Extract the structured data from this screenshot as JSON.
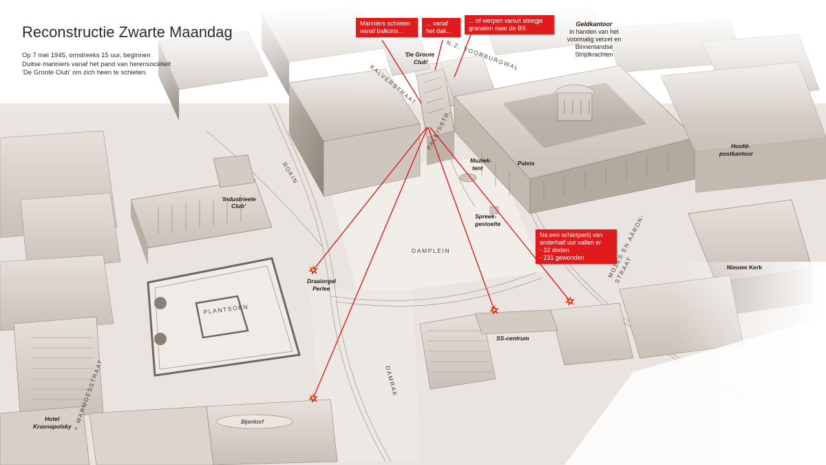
{
  "header": {
    "title": "Reconstructie Zwarte Maandag",
    "intro_lines": [
      "Op 7 mei 1945, omstreeks 15 uur, beginnen",
      "Duitse mariniers vanaf het pand van herensociëteit",
      "'De Groote Club' om zich heen te schieten."
    ]
  },
  "callouts": {
    "balkons": [
      "Mariniers schieten",
      "vanaf balkons..."
    ],
    "dak": [
      "... vanaf",
      "het dak..."
    ],
    "steegje": [
      "... of werpen vanuit steegje",
      "granaten naar de BS"
    ],
    "result": [
      "Na een schietpartij van",
      "anderhalf uur vallen er",
      "- 32 doden",
      "- 231 gewonden"
    ]
  },
  "geldkantoor": {
    "name": "Geldkantoor",
    "desc": [
      "in handen van het",
      "voormalig verzet en",
      "Binnenlandse",
      "Strijdkrachten"
    ]
  },
  "streets": {
    "kalverstraat": "KALVERSTRAAT",
    "voorburgwal": "N.Z. VOORBURGWAL",
    "rokin": "ROKIN",
    "paleisstr": "PALEISSTR.",
    "moses1": "MOZES EN AÄRON-",
    "moses2": "STRAAT",
    "damrak": "DAMRAK",
    "warmoes": "< WARMOESSTRAAT",
    "damplein": "DAMPLEIN",
    "plantsoen": "PLANTSOEN"
  },
  "labels": {
    "groote_club": [
      "'De Groote",
      "Club'"
    ],
    "industrieele": [
      "'Industrieele",
      "Club'"
    ],
    "muziektent": [
      "Muziek-",
      "tent"
    ],
    "paleis": "Paleis",
    "hoofdpost": [
      "Hoofd-",
      "postkantoor"
    ],
    "spreek": [
      "Spreek-",
      "gestoelte"
    ],
    "draaiorgel": [
      "Draaiorgel",
      "Perlee"
    ],
    "ss": "SS-centrum",
    "nieuwe_kerk": "Nieuwe Kerk",
    "hotel": [
      "Hotel",
      "Krasnapolsky"
    ],
    "bijenkorf": "Bijenkorf"
  },
  "colors": {
    "accent_red": "#e11a1c",
    "building": "#ddd7d0",
    "ground": "#e8e3de",
    "shadow": "#9e958c"
  },
  "icons": {
    "explosion": "explosion-icon",
    "trees": "tree-icon"
  }
}
